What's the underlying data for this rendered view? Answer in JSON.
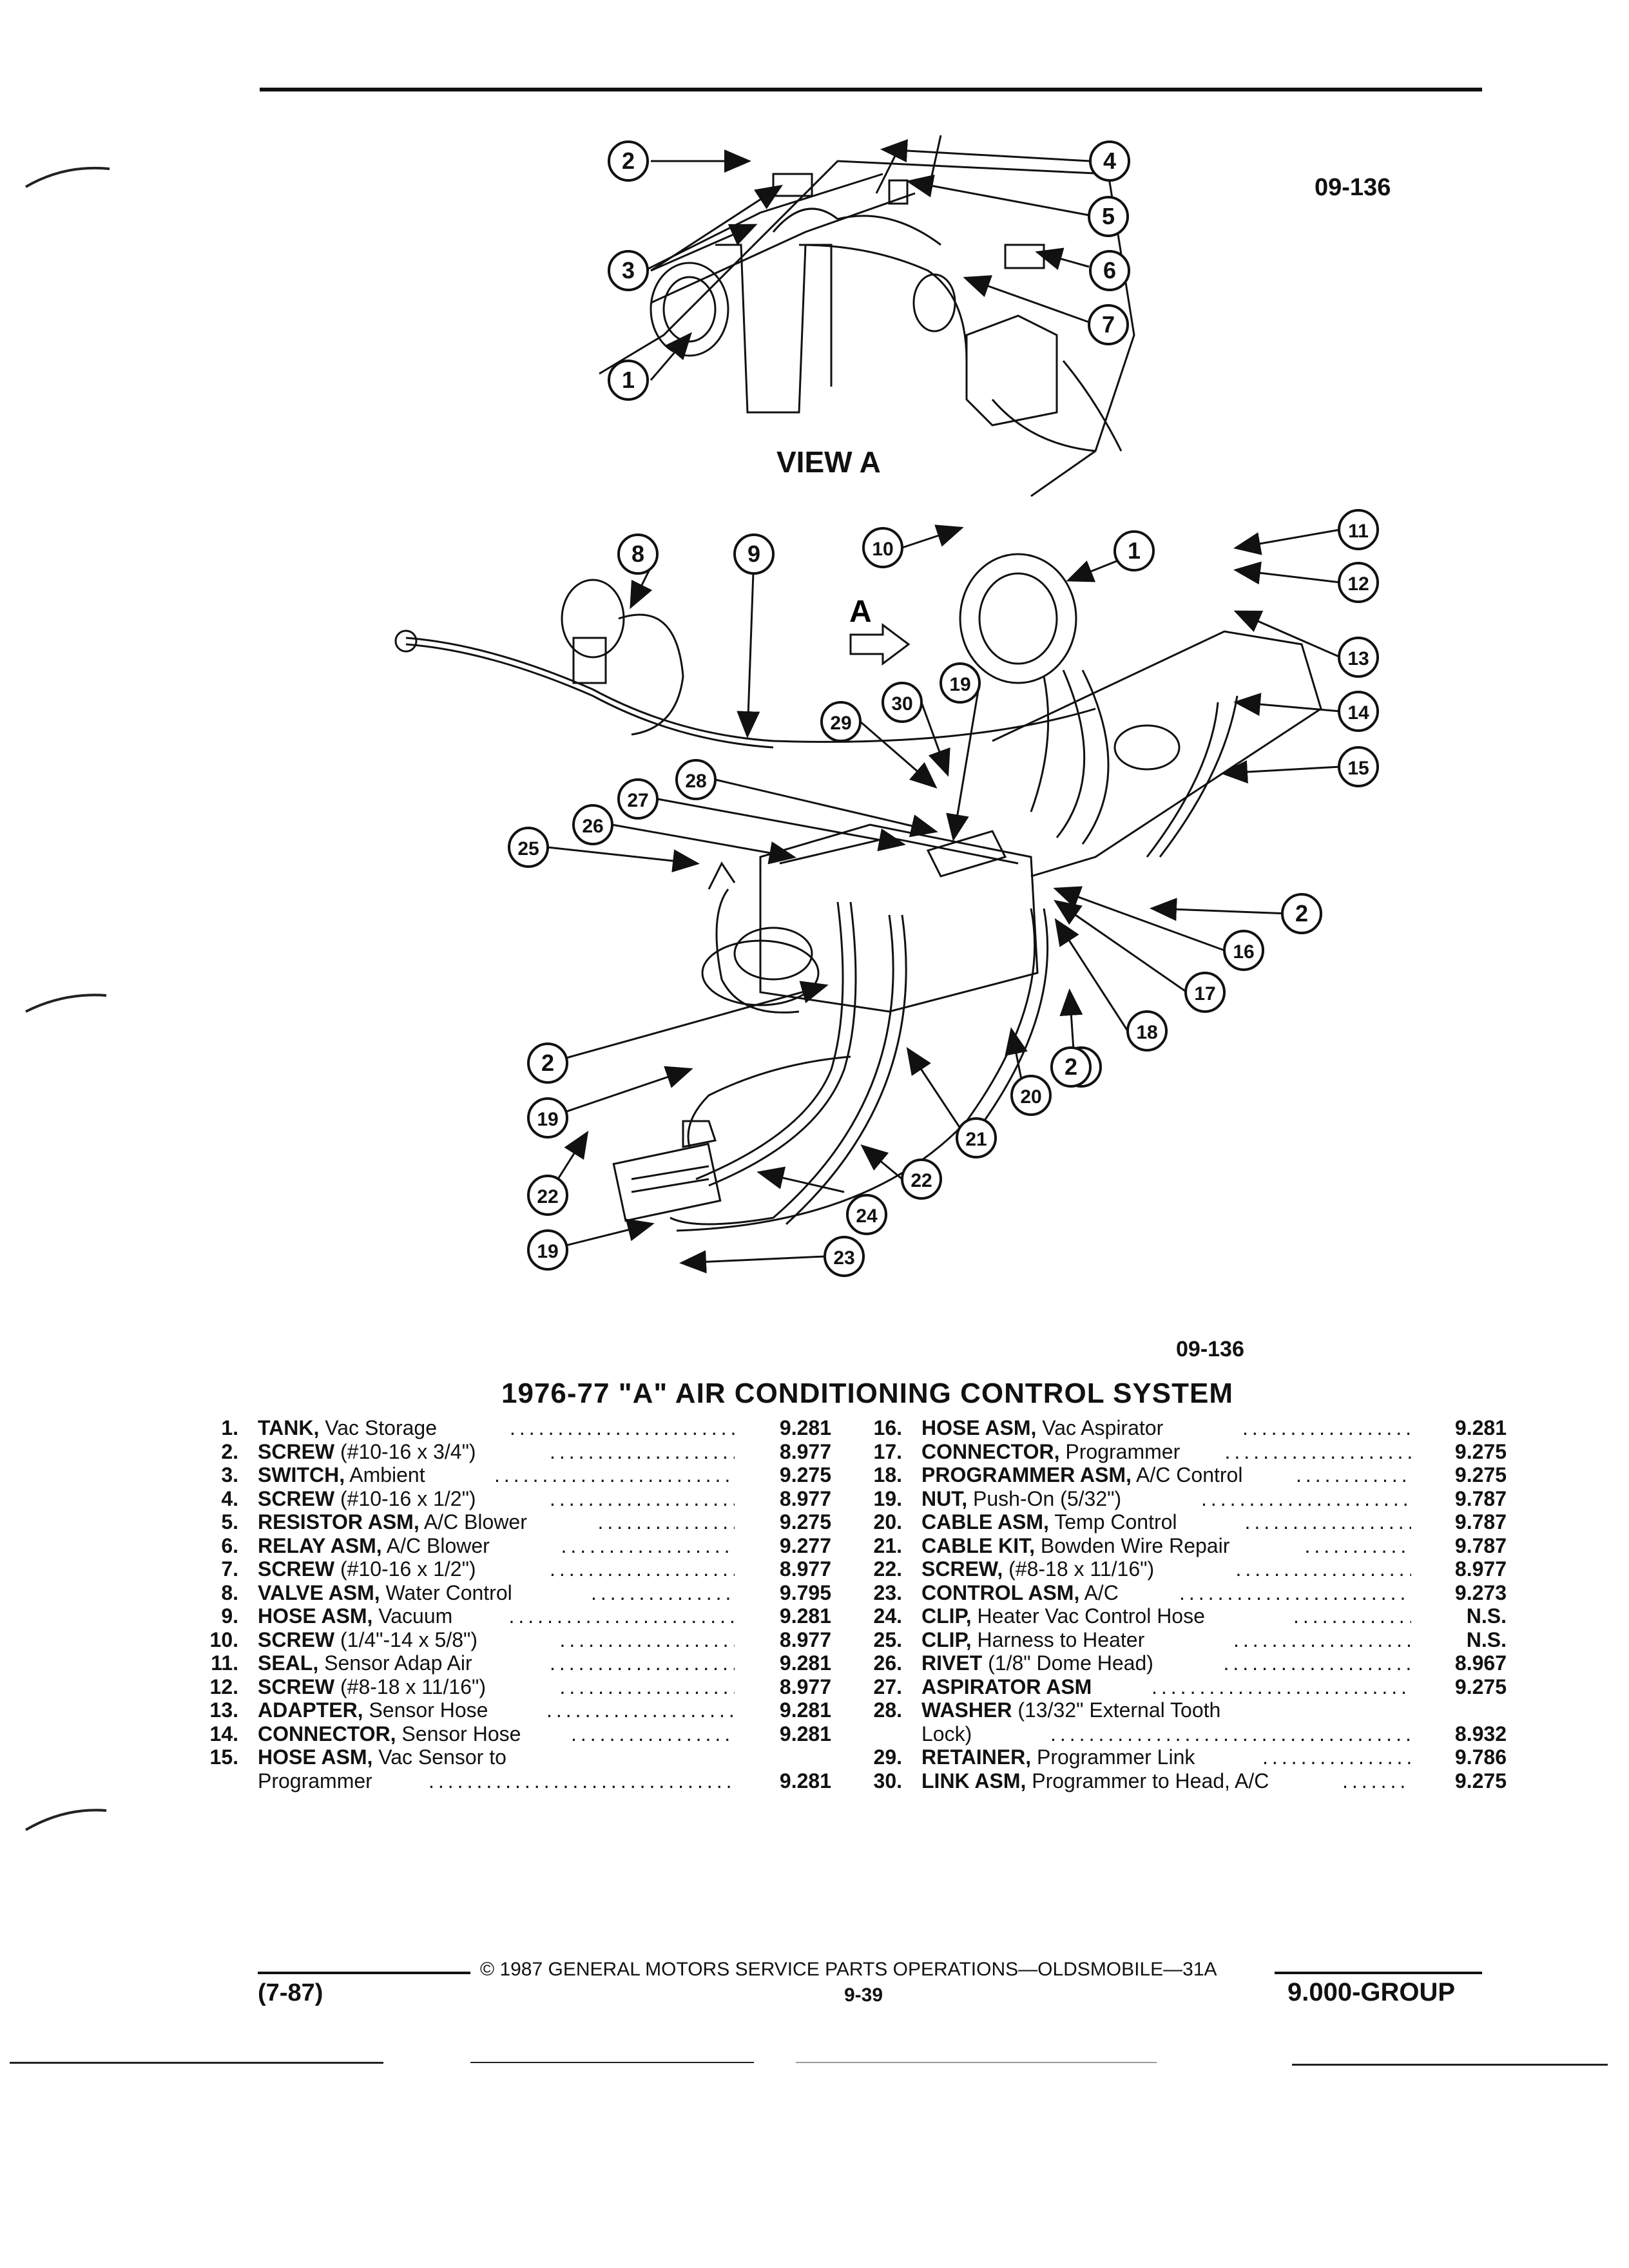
{
  "figure": {
    "code_top": "09-136",
    "code_bottom": "09-136",
    "view_label": "VIEW A",
    "arrow_label": "A",
    "callouts_view_a": [
      "1",
      "2",
      "3",
      "4",
      "5",
      "6",
      "7"
    ],
    "callouts_main": [
      "1",
      "2",
      "2",
      "2",
      "2",
      "8",
      "9",
      "10",
      "11",
      "12",
      "13",
      "14",
      "15",
      "16",
      "17",
      "18",
      "19",
      "19",
      "19",
      "20",
      "21",
      "22",
      "22",
      "23",
      "24",
      "25",
      "26",
      "27",
      "28",
      "29",
      "30"
    ]
  },
  "title": "1976-77 \"A\" AIR CONDITIONING CONTROL SYSTEM",
  "parts_left": [
    {
      "num": "1.",
      "bold": "TANK,",
      "rest": " Vac Storage",
      "code": "9.281"
    },
    {
      "num": "2.",
      "bold": "SCREW",
      "rest": " (#10-16 x 3/4\")",
      "code": "8.977"
    },
    {
      "num": "3.",
      "bold": "SWITCH,",
      "rest": " Ambient",
      "code": "9.275"
    },
    {
      "num": "4.",
      "bold": "SCREW",
      "rest": " (#10-16 x 1/2\")",
      "code": "8.977"
    },
    {
      "num": "5.",
      "bold": "RESISTOR ASM,",
      "rest": " A/C Blower",
      "code": "9.275"
    },
    {
      "num": "6.",
      "bold": "RELAY ASM,",
      "rest": " A/C Blower",
      "code": "9.277"
    },
    {
      "num": "7.",
      "bold": "SCREW",
      "rest": " (#10-16 x 1/2\")",
      "code": "8.977"
    },
    {
      "num": "8.",
      "bold": "VALVE ASM,",
      "rest": " Water Control",
      "code": "9.795"
    },
    {
      "num": "9.",
      "bold": "HOSE ASM,",
      "rest": " Vacuum",
      "code": "9.281"
    },
    {
      "num": "10.",
      "bold": "SCREW",
      "rest": " (1/4\"-14 x 5/8\")",
      "code": "8.977"
    },
    {
      "num": "11.",
      "bold": "SEAL,",
      "rest": " Sensor Adap Air",
      "code": "9.281"
    },
    {
      "num": "12.",
      "bold": "SCREW",
      "rest": " (#8-18 x 11/16\")",
      "code": "8.977"
    },
    {
      "num": "13.",
      "bold": "ADAPTER,",
      "rest": " Sensor Hose",
      "code": "9.281"
    },
    {
      "num": "14.",
      "bold": "CONNECTOR,",
      "rest": " Sensor Hose",
      "code": "9.281"
    },
    {
      "num": "15.",
      "bold": "HOSE ASM,",
      "rest": " Vac Sensor to",
      "code": ""
    },
    {
      "num": "",
      "bold": "",
      "rest": "Programmer",
      "code": "9.281"
    }
  ],
  "parts_right": [
    {
      "num": "16.",
      "bold": "HOSE ASM,",
      "rest": " Vac Aspirator",
      "code": "9.281"
    },
    {
      "num": "17.",
      "bold": "CONNECTOR,",
      "rest": " Programmer",
      "code": "9.275"
    },
    {
      "num": "18.",
      "bold": "PROGRAMMER ASM,",
      "rest": " A/C Control",
      "code": "9.275"
    },
    {
      "num": "19.",
      "bold": "NUT,",
      "rest": " Push-On (5/32\")",
      "code": "9.787"
    },
    {
      "num": "20.",
      "bold": "CABLE ASM,",
      "rest": " Temp Control",
      "code": "9.787"
    },
    {
      "num": "21.",
      "bold": "CABLE KIT,",
      "rest": " Bowden Wire Repair",
      "code": "9.787"
    },
    {
      "num": "22.",
      "bold": "SCREW,",
      "rest": " (#8-18 x 11/16\")",
      "code": "8.977"
    },
    {
      "num": "23.",
      "bold": "CONTROL ASM,",
      "rest": " A/C",
      "code": "9.273"
    },
    {
      "num": "24.",
      "bold": "CLIP,",
      "rest": " Heater Vac Control Hose",
      "code": "N.S."
    },
    {
      "num": "25.",
      "bold": "CLIP,",
      "rest": " Harness to Heater",
      "code": "N.S."
    },
    {
      "num": "26.",
      "bold": "RIVET",
      "rest": " (1/8\" Dome Head)",
      "code": "8.967"
    },
    {
      "num": "27.",
      "bold": "ASPIRATOR ASM",
      "rest": "",
      "code": "9.275"
    },
    {
      "num": "28.",
      "bold": "WASHER",
      "rest": " (13/32\" External Tooth",
      "code": ""
    },
    {
      "num": "",
      "bold": "",
      "rest": "Lock)",
      "code": "8.932"
    },
    {
      "num": "29.",
      "bold": "RETAINER,",
      "rest": " Programmer Link",
      "code": "9.786"
    },
    {
      "num": "30.",
      "bold": "LINK ASM,",
      "rest": " Programmer to Head, A/C",
      "code": "9.275"
    }
  ],
  "footer": {
    "left": "(7-87)",
    "center": "© 1987 GENERAL MOTORS SERVICE PARTS OPERATIONS—OLDSMOBILE—31A",
    "page": "9-39",
    "right": "9.000-GROUP"
  },
  "colors": {
    "ink": "#111111",
    "paper": "#ffffff"
  }
}
